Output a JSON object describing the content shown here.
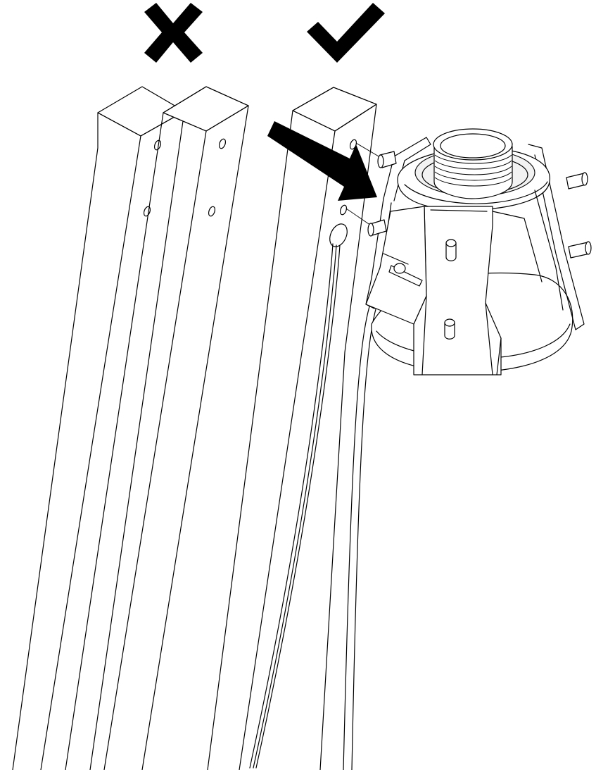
{
  "diagram": {
    "marks": [
      {
        "name": "wrong-mark",
        "icon": "cross-icon",
        "meaning": "incorrect"
      },
      {
        "name": "correct-mark",
        "icon": "checkmark-icon",
        "meaning": "correct"
      }
    ],
    "parts": [
      {
        "name": "square-leg-left-1",
        "icon": "leg-icon"
      },
      {
        "name": "square-leg-left-2",
        "icon": "leg-icon"
      },
      {
        "name": "square-leg-right-with-cable",
        "icon": "leg-icon"
      },
      {
        "name": "lamp-socket-bracket",
        "icon": "lamp-holder-icon"
      },
      {
        "name": "insertion-arrow",
        "icon": "arrow-icon"
      }
    ],
    "colors": {
      "stroke": "#000000",
      "background": "#ffffff"
    }
  }
}
